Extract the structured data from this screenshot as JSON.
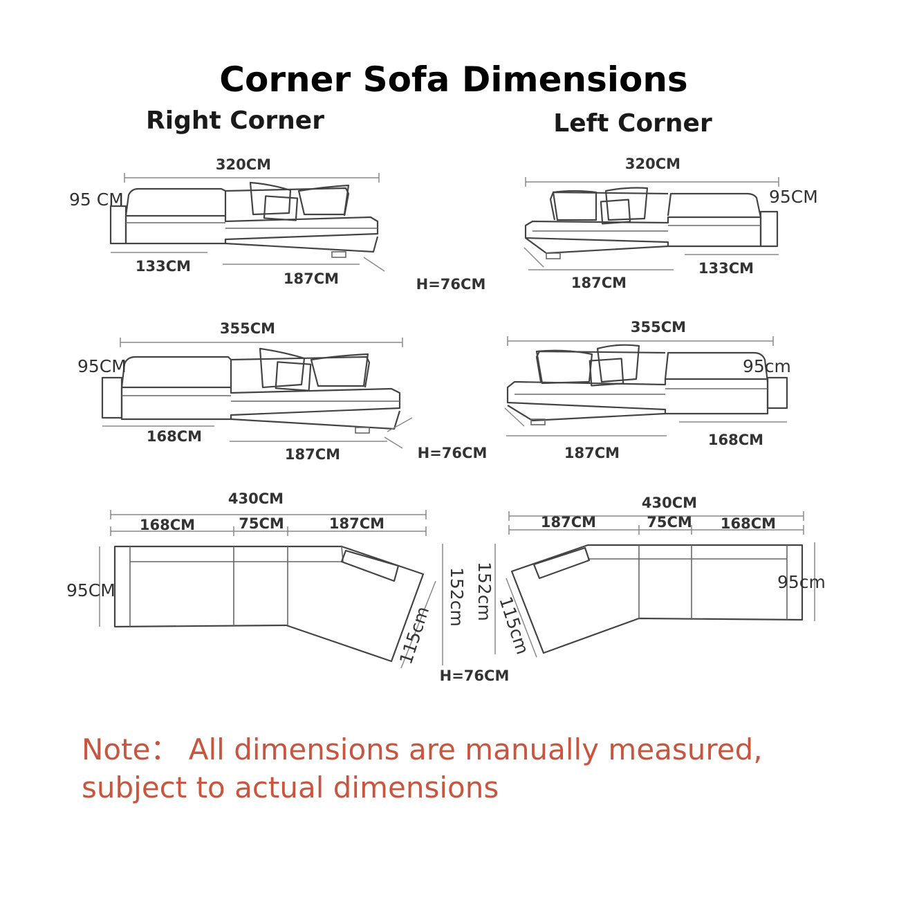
{
  "title": "Corner Sofa Dimensions",
  "right_corner_label": "Right Corner",
  "left_corner_label": "Left Corner",
  "row1": {
    "right": {
      "total": "320CM",
      "depth": "95 CM",
      "seg_a": "133CM",
      "seg_b": "187CM"
    },
    "left": {
      "total": "320CM",
      "depth": "95CM",
      "seg_a": "187CM",
      "seg_b": "133CM"
    },
    "height": "H=76CM"
  },
  "row2": {
    "right": {
      "total": "355CM",
      "depth": "95CM",
      "seg_a": "168CM",
      "seg_b": "187CM"
    },
    "left": {
      "total": "355CM",
      "depth": "95cm",
      "seg_a": "187CM",
      "seg_b": "168CM"
    },
    "height": "H=76CM"
  },
  "row3": {
    "right": {
      "total": "430CM",
      "seg_a": "168CM",
      "seg_b": "75CM",
      "seg_c": "187CM",
      "depth": "95CM",
      "side": "115cm",
      "span": "152cm"
    },
    "left": {
      "total": "430CM",
      "seg_a": "187CM",
      "seg_b": "75CM",
      "seg_c": "168CM",
      "depth": "95cm",
      "side": "115cm",
      "span": "152cm"
    },
    "height": "H=76CM"
  },
  "note_line1": "Note：  All dimensions are manually measured,",
  "note_line2": "subject to actual dimensions"
}
